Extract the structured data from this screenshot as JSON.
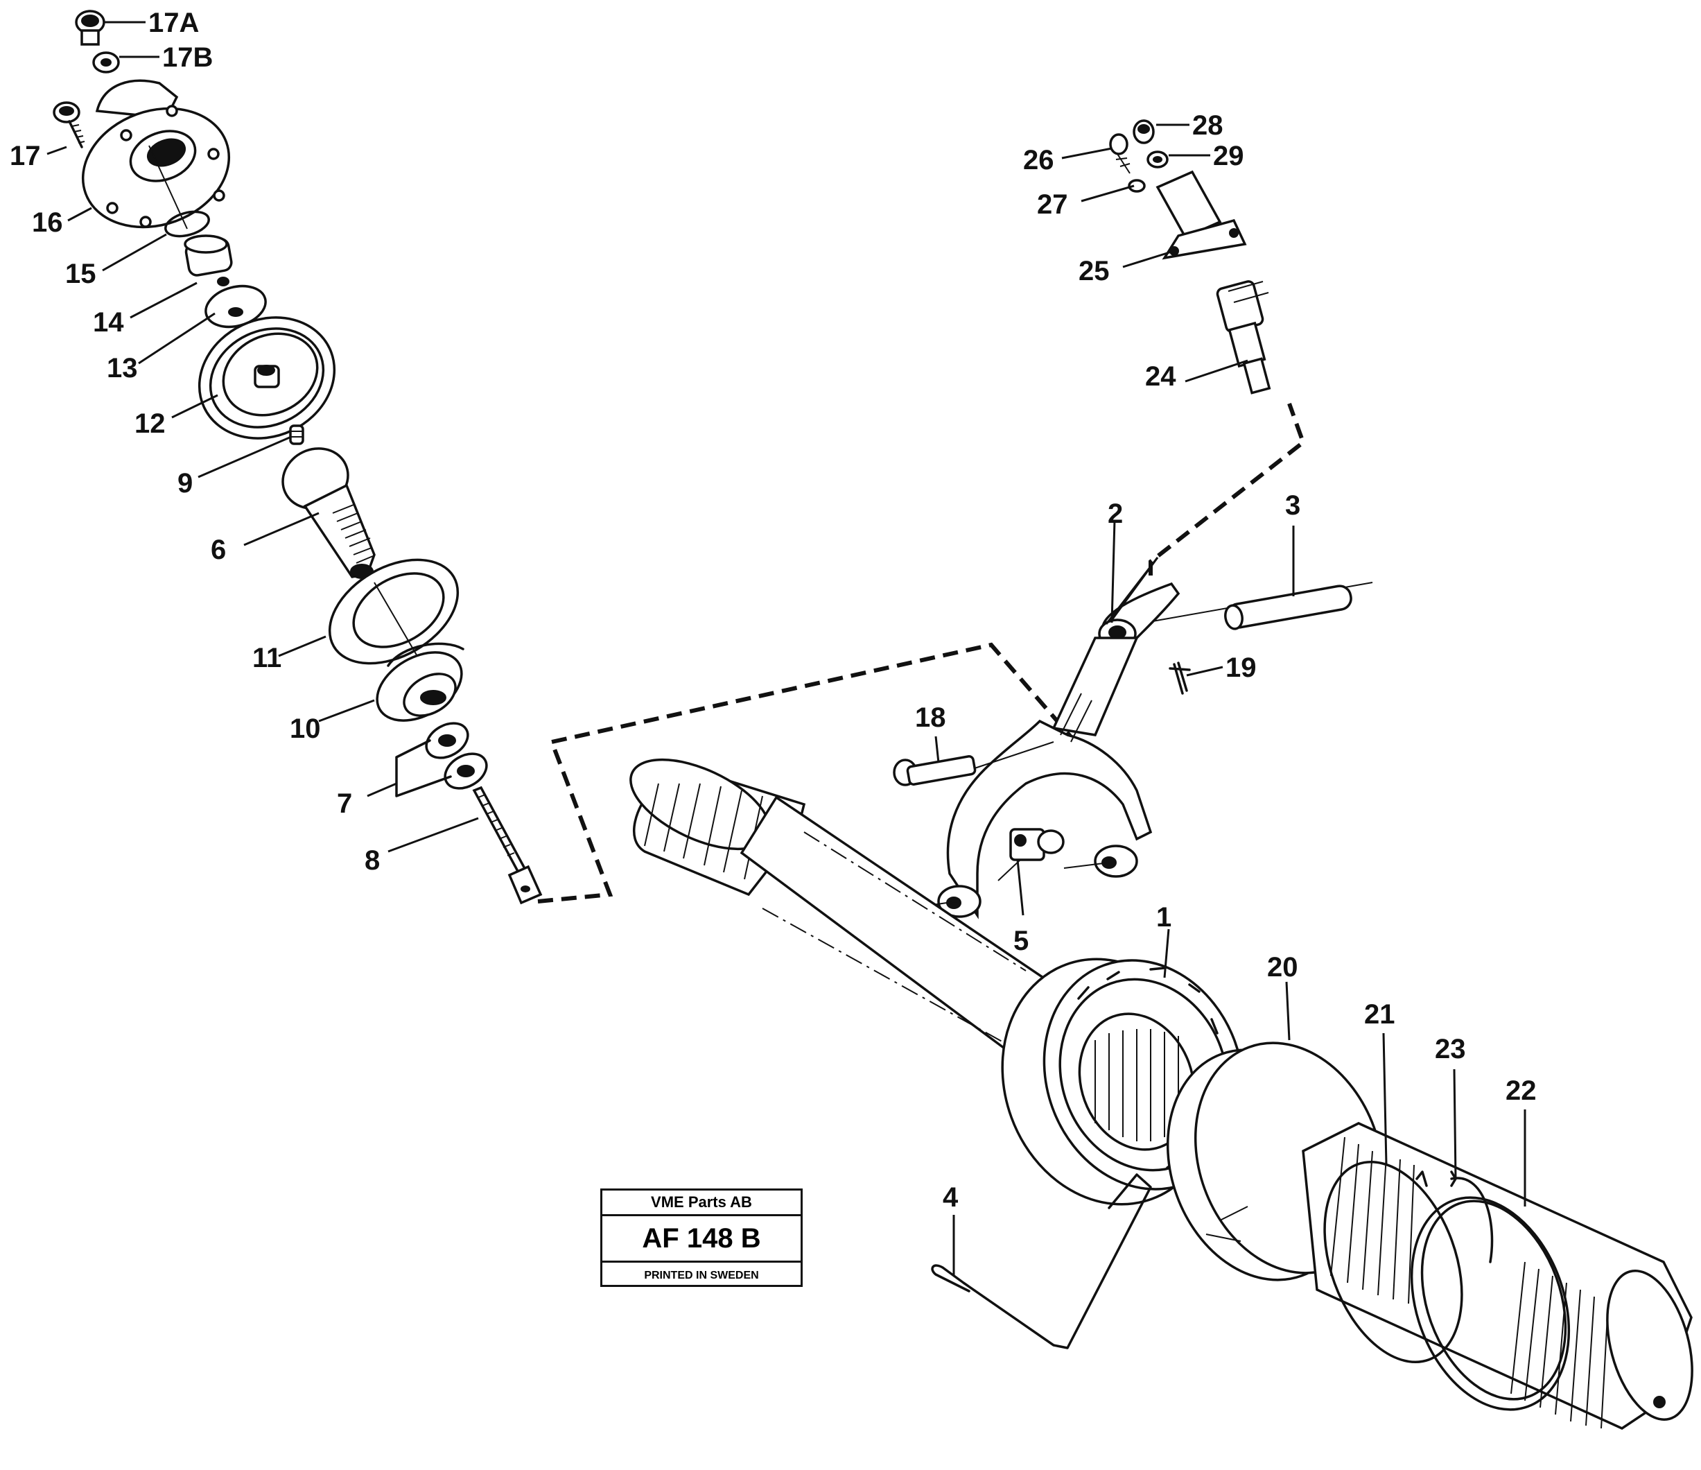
{
  "callouts": {
    "c1": "1",
    "c2": "2",
    "c3": "3",
    "c4": "4",
    "c5": "5",
    "c6": "6",
    "c7": "7",
    "c8": "8",
    "c9": "9",
    "c10": "10",
    "c11": "11",
    "c12": "12",
    "c13": "13",
    "c14": "14",
    "c15": "15",
    "c16": "16",
    "c17": "17",
    "c17a": "17A",
    "c17b": "17B",
    "c18": "18",
    "c19": "19",
    "c20": "20",
    "c21": "21",
    "c22": "22",
    "c23": "23",
    "c24": "24",
    "c25": "25",
    "c26": "26",
    "c27": "27",
    "c28": "28",
    "c29": "29"
  },
  "stamp": {
    "company": "VME Parts AB",
    "code": "AF 148 B",
    "printed": "PRINTED IN SWEDEN"
  }
}
